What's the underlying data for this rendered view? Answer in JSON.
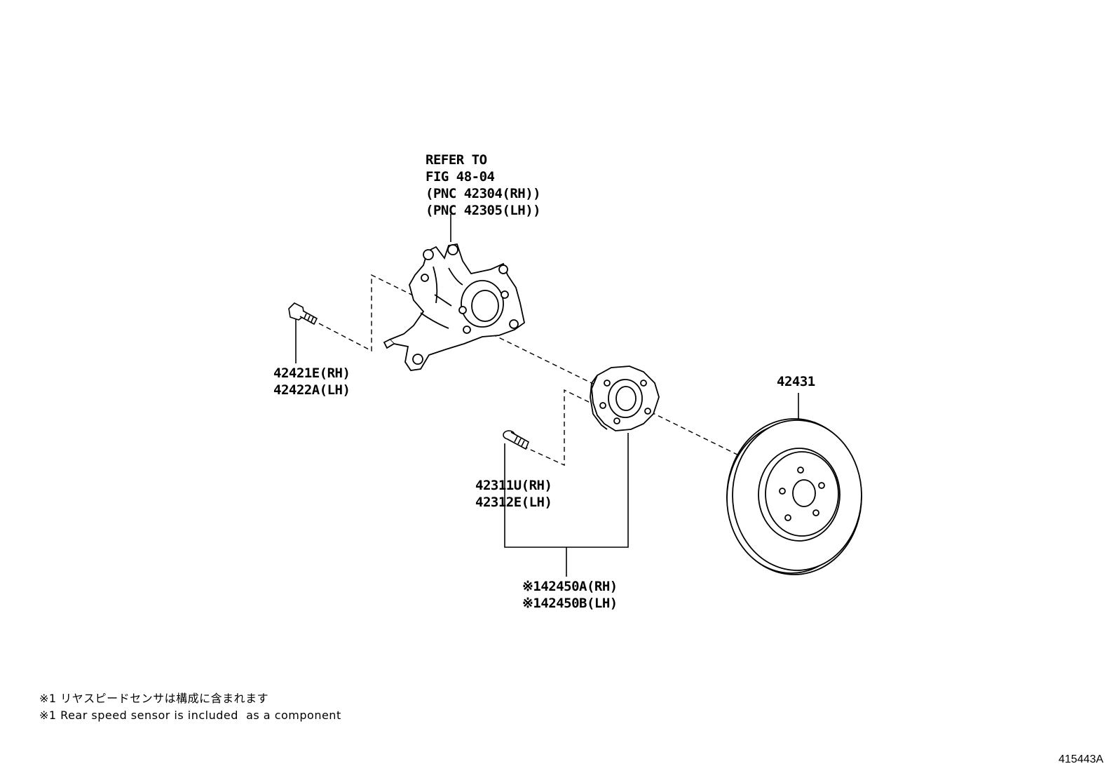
{
  "refer": {
    "line1": "REFER TO",
    "line2": "FIG 48-04",
    "line3": "(PNC 42304(RH))",
    "line4": "(PNC 42305(LH))"
  },
  "parts": {
    "bolt_knuckle_rh": "42421E(RH)",
    "bolt_knuckle_lh": "42422A(LH)",
    "hub_bolt_rh": "42311U(RH)",
    "hub_bolt_lh": "42312E(LH)",
    "disc": "42431",
    "hub_assy_rh": "※142450A(RH)",
    "hub_assy_lh": "※142450B(LH)"
  },
  "notes": {
    "jp": "※1 リヤスピードセンサは構成に含まれます",
    "en": "※1 Rear speed sensor is included  as a component"
  },
  "figure_id": "415443A"
}
